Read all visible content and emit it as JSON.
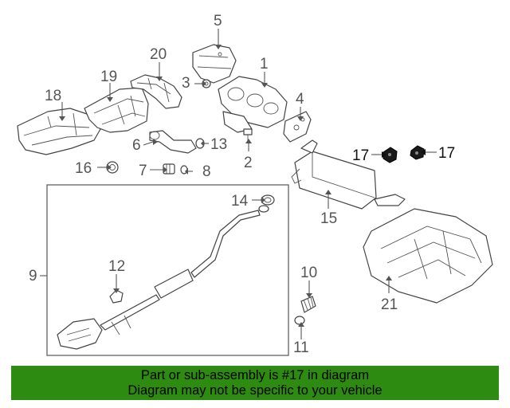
{
  "diagram": {
    "callouts": {
      "c1": "1",
      "c2": "2",
      "c3": "3",
      "c4": "4",
      "c5": "5",
      "c6": "6",
      "c7": "7",
      "c8": "8",
      "c9": "9",
      "c10": "10",
      "c11": "11",
      "c12": "12",
      "c13": "13",
      "c14": "14",
      "c15": "15",
      "c16": "16",
      "c17a": "17",
      "c17b": "17",
      "c18": "18",
      "c19": "19",
      "c20": "20",
      "c21": "21"
    },
    "highlight_color": "#1a1a1a"
  },
  "banner": {
    "line1": "Part or sub-assembly is #17 in diagram",
    "line2": "Diagram may not be specific to your vehicle",
    "background": "#2e8b11"
  }
}
